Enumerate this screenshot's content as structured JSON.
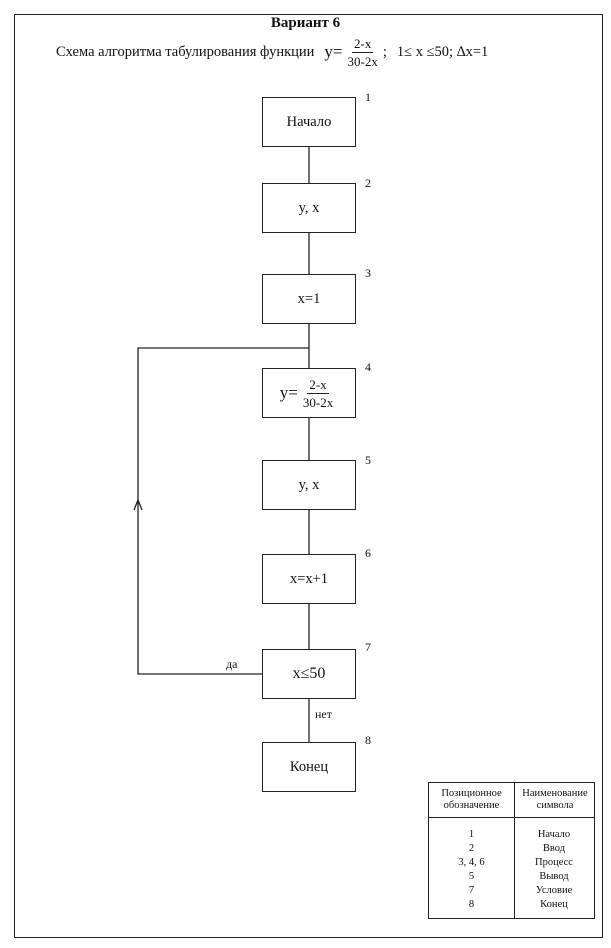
{
  "header": {
    "variant": "Вариант 6",
    "caption": "Схема алгоритма табулирования функции",
    "formula": {
      "lhs": "y=",
      "numerator": "2-x",
      "denominator": "30-2x",
      "tail": ";",
      "range": "1≤ x ≤50; ∆x=1"
    }
  },
  "blocks": [
    {
      "id": "1",
      "text": "Начало"
    },
    {
      "id": "2",
      "text": "y, x"
    },
    {
      "id": "3",
      "text": "x=1"
    },
    {
      "id": "4",
      "lhs": "y=",
      "numerator": "2-x",
      "denominator": "30-2x"
    },
    {
      "id": "5",
      "text": "y, x"
    },
    {
      "id": "6",
      "text": "x=x+1"
    },
    {
      "id": "7",
      "text": "x≤50"
    },
    {
      "id": "8",
      "text": "Конец"
    }
  ],
  "edge_labels": {
    "yes": "да",
    "no": "нет"
  },
  "legend": {
    "col1_header": "Позиционное обозначение",
    "col2_header": "Наименование символа",
    "rows": [
      {
        "pos": "1",
        "name": "Начало"
      },
      {
        "pos": "2",
        "name": "Ввод"
      },
      {
        "pos": "3, 4, 6",
        "name": "Процесс"
      },
      {
        "pos": "5",
        "name": "Вывод"
      },
      {
        "pos": "7",
        "name": "Условие"
      },
      {
        "pos": "8",
        "name": "Конец"
      }
    ]
  }
}
